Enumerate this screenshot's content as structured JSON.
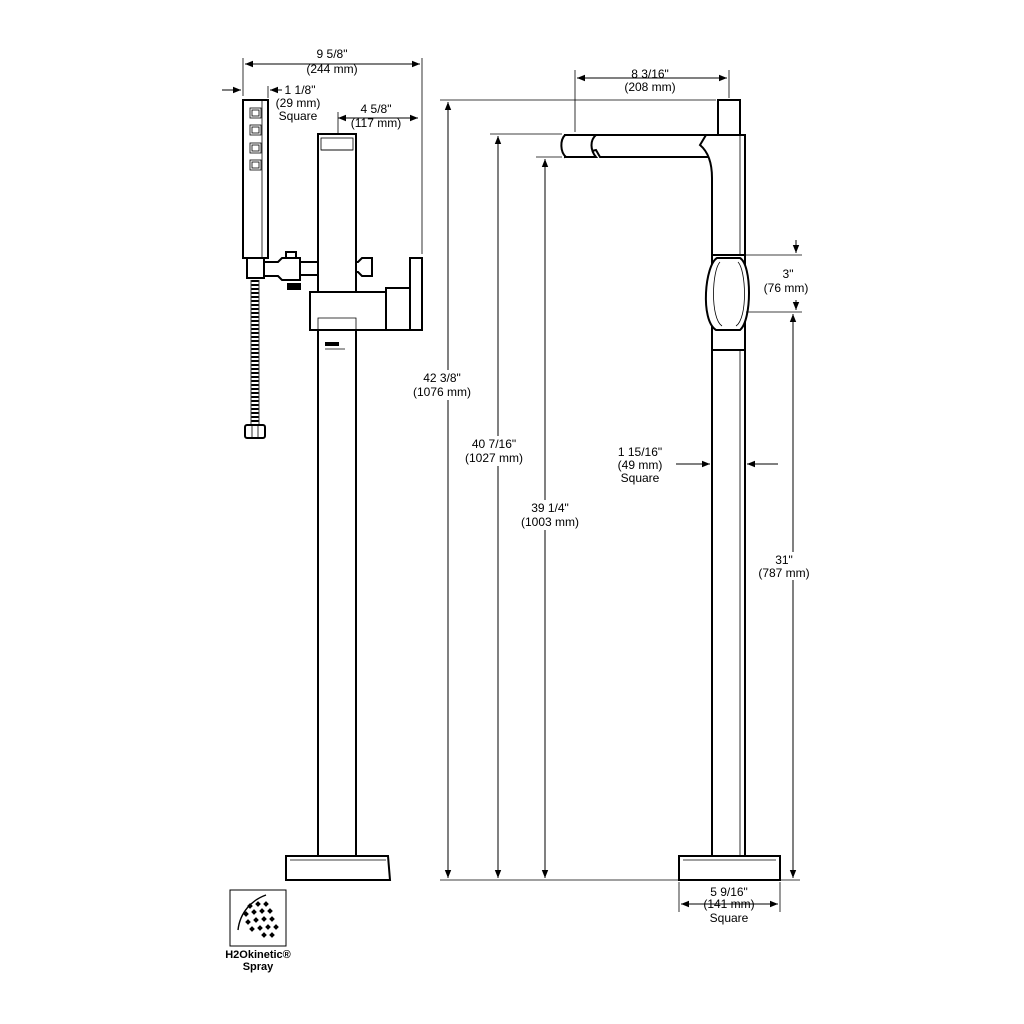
{
  "dimensions": {
    "overall_width": {
      "imperial": "9 5/8\"",
      "metric": "(244 mm)"
    },
    "handshower_width": {
      "imperial": "1 1/8\"",
      "metric": "(29 mm)",
      "note": "Square"
    },
    "column_offset": {
      "imperial": "4 5/8\"",
      "metric": "(117 mm)"
    },
    "overall_height": {
      "imperial": "42 3/8\"",
      "metric": "(1076 mm)"
    },
    "spout_top_height": {
      "imperial": "40 7/16\"",
      "metric": "(1027 mm)"
    },
    "spout_outlet_height": {
      "imperial": "39 1/4\"",
      "metric": "(1003 mm)"
    },
    "spout_reach": {
      "imperial": "8 3/16\"",
      "metric": "(208 mm)"
    },
    "holder_height": {
      "imperial": "3\"",
      "metric": "(76 mm)"
    },
    "column_width": {
      "imperial": "1 15/16\"",
      "metric": "(49 mm)",
      "note": "Square"
    },
    "holder_elevation": {
      "imperial": "31\"",
      "metric": "(787 mm)"
    },
    "base_width": {
      "imperial": "5 9/16\"",
      "metric": "(141 mm)",
      "note": "Square"
    }
  },
  "logo": {
    "line1": "H2Okinetic®",
    "line2": "Spray"
  },
  "icons": [
    "h2okinetic-spray-icon",
    "arrow-icon"
  ]
}
